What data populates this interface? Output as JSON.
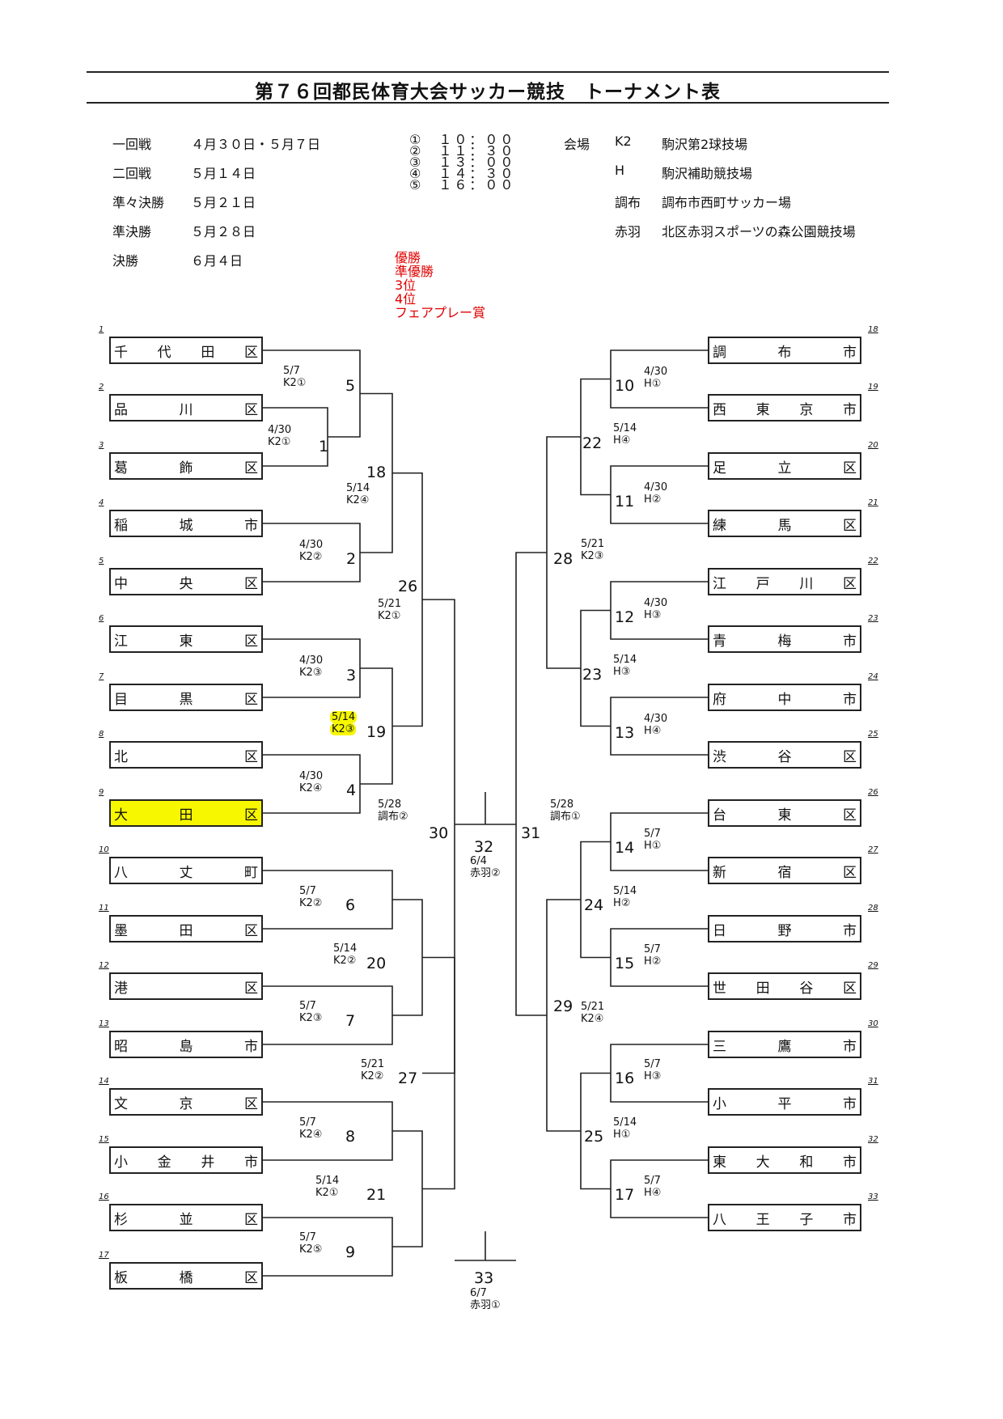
{
  "title": "第７６回都民体育大会サッカー競技　トーナメント表",
  "schedule": [
    {
      "round": "一回戦",
      "date": "４月３０日・５月７日"
    },
    {
      "round": "二回戦",
      "date": "５月１４日"
    },
    {
      "round": "準々決勝",
      "date": "５月２１日"
    },
    {
      "round": "準決勝",
      "date": "５月２８日"
    },
    {
      "round": "決勝",
      "date": "６月４日"
    }
  ],
  "times": [
    "①　１０：００",
    "②　１１：３０",
    "③　１３：００",
    "④　１４：３０",
    "⑤　１６：００"
  ],
  "venue_header": "会場",
  "venues": [
    {
      "code": "K2",
      "name": "駒沢第2球技場"
    },
    {
      "code": "H",
      "name": "駒沢補助競技場"
    },
    {
      "code": "調布",
      "name": "調布市西町サッカー場"
    },
    {
      "code": "赤羽",
      "name": "北区赤羽スポーツの森公園競技場"
    }
  ],
  "awards": [
    "優勝",
    "準優勝",
    "3位",
    "4位",
    "フェアプレー賞"
  ],
  "teams": [
    {
      "seed": "1",
      "chars": [
        "千",
        "代",
        "田",
        "区"
      ]
    },
    {
      "seed": "2",
      "chars": [
        "品",
        "川",
        "区"
      ]
    },
    {
      "seed": "3",
      "chars": [
        "葛",
        "飾",
        "区"
      ]
    },
    {
      "seed": "4",
      "chars": [
        "稲",
        "城",
        "市"
      ]
    },
    {
      "seed": "5",
      "chars": [
        "中",
        "央",
        "区"
      ]
    },
    {
      "seed": "6",
      "chars": [
        "江",
        "東",
        "区"
      ]
    },
    {
      "seed": "7",
      "chars": [
        "目",
        "黒",
        "区"
      ]
    },
    {
      "seed": "8",
      "chars": [
        "北",
        "区"
      ]
    },
    {
      "seed": "9",
      "chars": [
        "大",
        "田",
        "区"
      ],
      "highlight": true
    },
    {
      "seed": "10",
      "chars": [
        "八",
        "丈",
        "町"
      ]
    },
    {
      "seed": "11",
      "chars": [
        "墨",
        "田",
        "区"
      ]
    },
    {
      "seed": "12",
      "chars": [
        "港",
        "区"
      ]
    },
    {
      "seed": "13",
      "chars": [
        "昭",
        "島",
        "市"
      ]
    },
    {
      "seed": "14",
      "chars": [
        "文",
        "京",
        "区"
      ]
    },
    {
      "seed": "15",
      "chars": [
        "小",
        "金",
        "井",
        "市"
      ]
    },
    {
      "seed": "16",
      "chars": [
        "杉",
        "並",
        "区"
      ]
    },
    {
      "seed": "17",
      "chars": [
        "板",
        "橋",
        "区"
      ]
    },
    {
      "seed": "18",
      "chars": [
        "調",
        "布",
        "市"
      ]
    },
    {
      "seed": "19",
      "chars": [
        "西",
        "東",
        "京",
        "市"
      ]
    },
    {
      "seed": "20",
      "chars": [
        "足",
        "立",
        "区"
      ]
    },
    {
      "seed": "21",
      "chars": [
        "練",
        "馬",
        "区"
      ]
    },
    {
      "seed": "22",
      "chars": [
        "江",
        "戸",
        "川",
        "区"
      ]
    },
    {
      "seed": "23",
      "chars": [
        "青",
        "梅",
        "市"
      ]
    },
    {
      "seed": "24",
      "chars": [
        "府",
        "中",
        "市"
      ]
    },
    {
      "seed": "25",
      "chars": [
        "渋",
        "谷",
        "区"
      ]
    },
    {
      "seed": "26",
      "chars": [
        "台",
        "東",
        "区"
      ]
    },
    {
      "seed": "27",
      "chars": [
        "新",
        "宿",
        "区"
      ]
    },
    {
      "seed": "28",
      "chars": [
        "日",
        "野",
        "市"
      ]
    },
    {
      "seed": "29",
      "chars": [
        "世",
        "田",
        "谷",
        "区"
      ]
    },
    {
      "seed": "30",
      "chars": [
        "三",
        "鷹",
        "市"
      ]
    },
    {
      "seed": "31",
      "chars": [
        "小",
        "平",
        "市"
      ]
    },
    {
      "seed": "32",
      "chars": [
        "東",
        "大",
        "和",
        "市"
      ]
    },
    {
      "seed": "33",
      "chars": [
        "八",
        "王",
        "子",
        "市"
      ]
    }
  ],
  "matches": [
    {
      "num": "1",
      "date": "4/30",
      "venue": "K2①"
    },
    {
      "num": "2",
      "date": "4/30",
      "venue": "K2②"
    },
    {
      "num": "3",
      "date": "4/30",
      "venue": "K2③"
    },
    {
      "num": "4",
      "date": "4/30",
      "venue": "K2④"
    },
    {
      "num": "5",
      "date": "5/7",
      "venue": "K2①"
    },
    {
      "num": "6",
      "date": "5/7",
      "venue": "K2②"
    },
    {
      "num": "7",
      "date": "5/7",
      "venue": "K2③"
    },
    {
      "num": "8",
      "date": "5/7",
      "venue": "K2④"
    },
    {
      "num": "9",
      "date": "5/7",
      "venue": "K2⑤"
    },
    {
      "num": "10",
      "date": "4/30",
      "venue": "H①"
    },
    {
      "num": "11",
      "date": "4/30",
      "venue": "H②"
    },
    {
      "num": "12",
      "date": "4/30",
      "venue": "H③"
    },
    {
      "num": "13",
      "date": "4/30",
      "venue": "H④"
    },
    {
      "num": "14",
      "date": "5/7",
      "venue": "H①"
    },
    {
      "num": "15",
      "date": "5/7",
      "venue": "H②"
    },
    {
      "num": "16",
      "date": "5/7",
      "venue": "H③"
    },
    {
      "num": "17",
      "date": "5/7",
      "venue": "H④"
    },
    {
      "num": "18",
      "date": "5/14",
      "venue": "K2④"
    },
    {
      "num": "19",
      "date": "5/14",
      "venue": "K2③",
      "highlight": true
    },
    {
      "num": "20",
      "date": "5/14",
      "venue": "K2②"
    },
    {
      "num": "21",
      "date": "5/14",
      "venue": "K2①"
    },
    {
      "num": "22",
      "date": "5/14",
      "venue": "H④"
    },
    {
      "num": "23",
      "date": "5/14",
      "venue": "H③"
    },
    {
      "num": "24",
      "date": "5/14",
      "venue": "H②"
    },
    {
      "num": "25",
      "date": "5/14",
      "venue": "H①"
    },
    {
      "num": "26",
      "date": "5/21",
      "venue": "K2①"
    },
    {
      "num": "27",
      "date": "5/21",
      "venue": "K2②"
    },
    {
      "num": "28",
      "date": "5/21",
      "venue": "K2③"
    },
    {
      "num": "29",
      "date": "5/21",
      "venue": "K2④"
    },
    {
      "num": "30",
      "date": "5/28",
      "venue": "調布②"
    },
    {
      "num": "31",
      "date": "5/28",
      "venue": "調布①"
    },
    {
      "num": "32",
      "date": "6/4",
      "venue": "赤羽②"
    },
    {
      "num": "33",
      "date": "6/7",
      "venue": "赤羽①"
    }
  ]
}
